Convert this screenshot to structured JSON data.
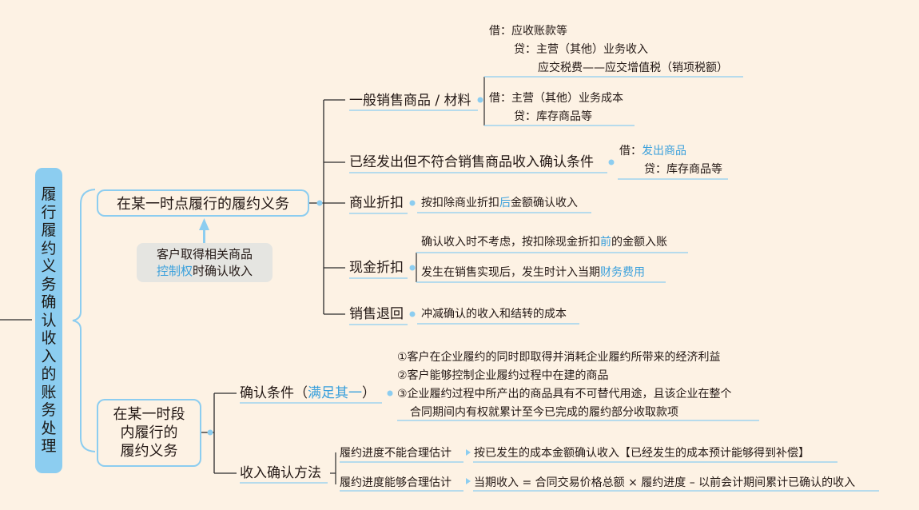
{
  "root": {
    "title_chars": [
      "履",
      "行",
      "履",
      "约",
      "义",
      "务",
      "确",
      "认",
      "收",
      "入",
      "的",
      "账",
      "务",
      "处",
      "理"
    ]
  },
  "point": {
    "label": "在某一时点履行的履约义务",
    "note_line1": "客户取得相关商品",
    "note_blue": "控制权",
    "note_rest": "时确认收入",
    "general": {
      "label": "一般销售商品 / 材料",
      "entry1_l1": "借：应收账款等",
      "entry1_l2": "贷：主营（其他）业务收入",
      "entry1_l3": "应交税费——应交增值税（销项税额）",
      "entry2_l1": "借：主营（其他）业务成本",
      "entry2_l2": "贷：库存商品等"
    },
    "shipped": {
      "label": "已经发出但不符合销售商品收入确认条件",
      "debit_prefix": "借：",
      "debit_blue": "发出商品",
      "credit": "贷：库存商品等"
    },
    "trade_discount": {
      "label": "商业折扣",
      "text_a": "按扣除商业折扣",
      "text_blue": "后",
      "text_b": "金额确认收入"
    },
    "cash_discount": {
      "label": "现金折扣",
      "line1_a": "确认收入时不考虑，按扣除现金折扣",
      "line1_blue": "前",
      "line1_b": "的金额入账",
      "line2_a": "发生在销售实现后，发生时计入当期",
      "line2_blue": "财务费用"
    },
    "returns": {
      "label": "销售退回",
      "text": "冲减确认的收入和结转的成本"
    }
  },
  "period": {
    "label_l1": "在某一时段",
    "label_l2": "内履行的",
    "label_l3": "履约义务",
    "conditions": {
      "label_a": "确认条件（",
      "label_blue": "满足其一",
      "label_b": "）",
      "c1": "①客户在企业履约的同时即取得并消耗企业履约所带来的经济利益",
      "c2": "②客户能够控制企业履约过程中在建的商品",
      "c3_l1": "③企业履约过程中所产出的商品具有不可替代用途，且该企业在整个",
      "c3_l2": "合同期间内有权就累计至今已完成的履约部分收取款项"
    },
    "methods": {
      "label": "收入确认方法",
      "m1_label": "履约进度不能合理估计",
      "m1_text": "按已发生的成本金额确认收入【已经发生的成本预计能够得到补偿】",
      "m2_label": "履约进度能够合理估计",
      "m2_text": "当期收入 = 合同交易价格总额 × 履约进度 – 以前会计期间累计已确认的收入"
    }
  },
  "colors": {
    "background": "#fdf2e4",
    "accent": "#8ccdf0",
    "text_blue": "#3aa0dc",
    "connector": "#2b2b2b",
    "note_bg": "#e5e5e1"
  }
}
